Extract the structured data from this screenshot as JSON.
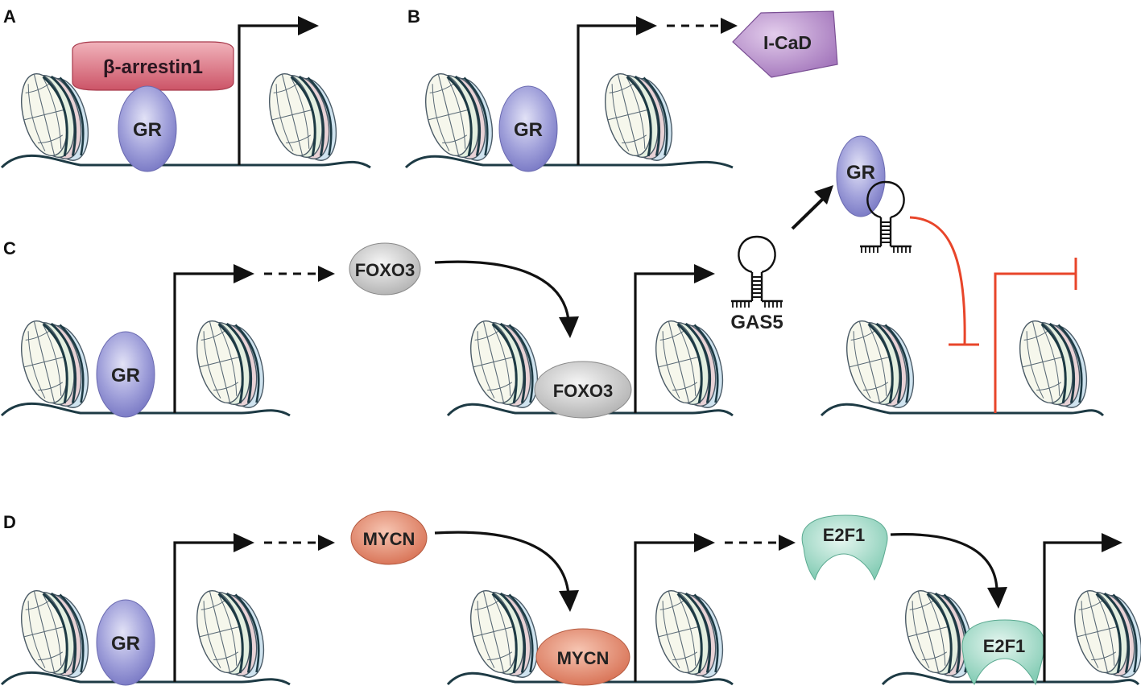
{
  "panels": {
    "A": {
      "letter": "A",
      "arrestin_label": "β-arrestin1",
      "gr_label": "GR"
    },
    "B": {
      "letter": "B",
      "gr_label": "GR",
      "icad_label": "I-CaD"
    },
    "C": {
      "letter": "C",
      "gr_label": "GR",
      "foxo3_free_label": "FOXO3",
      "foxo3_bound_label": "FOXO3",
      "gas5_label": "GAS5",
      "gr_complex_label": "GR"
    },
    "D": {
      "letter": "D",
      "gr_label": "GR",
      "mycn_free_label": "MYCN",
      "mycn_bound_label": "MYCN",
      "e2f1_free_label": "E2F1",
      "e2f1_bound_label": "E2F1"
    }
  },
  "colors": {
    "dna": "#1d3a44",
    "arrow": "#111111",
    "inhibition": "#e8452a",
    "gr_fill": "#8f8fd0",
    "arrestin_fill": "#d96b7a",
    "icad_fill": "#a77cc0",
    "foxo3_fill": "#bdbdbd",
    "mycn_fill": "#e0866a",
    "e2f1_fill": "#9fd8c6"
  }
}
